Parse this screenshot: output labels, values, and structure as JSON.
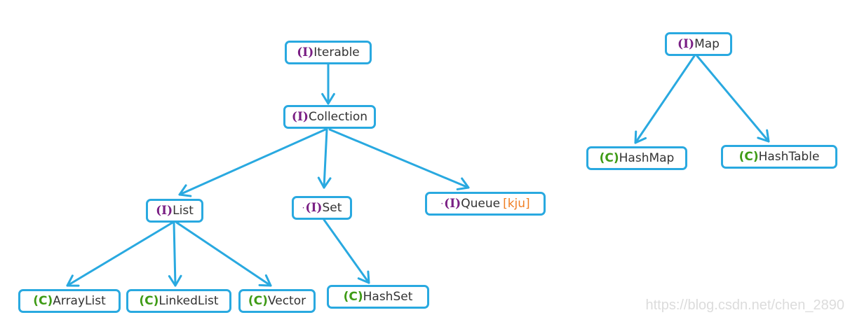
{
  "colors": {
    "edge": "#29a9e0",
    "border": "#29a9e0",
    "interface_prefix": "#7a1f84",
    "class_prefix": "#3f9b16",
    "pronunciation": "#f07f24"
  },
  "nodes": {
    "iterable": {
      "prefix": "(I)",
      "label": "Iterable"
    },
    "collection": {
      "prefix": "(I)",
      "label": "Collection"
    },
    "list": {
      "prefix": "(I)",
      "label": "List"
    },
    "set": {
      "prefix": "(I)",
      "label": "Set",
      "dot": "·"
    },
    "queue": {
      "prefix": "(I)",
      "label": "Queue",
      "dot": "·",
      "extra": "[kju]"
    },
    "arraylist": {
      "prefix": "(C)",
      "label": "ArrayList"
    },
    "linkedlist": {
      "prefix": "(C)",
      "label": "LinkedList"
    },
    "vector": {
      "prefix": "(C)",
      "label": "Vector"
    },
    "hashset": {
      "prefix": "(C)",
      "label": "HashSet"
    },
    "map": {
      "prefix": "(I)",
      "label": "Map"
    },
    "hashmap": {
      "prefix": "(C)",
      "label": "HashMap"
    },
    "hashtable": {
      "prefix": "(C)",
      "label": "HashTable"
    }
  },
  "edges": [
    [
      "iterable",
      "collection"
    ],
    [
      "collection",
      "list"
    ],
    [
      "collection",
      "set"
    ],
    [
      "collection",
      "queue"
    ],
    [
      "list",
      "arraylist"
    ],
    [
      "list",
      "linkedlist"
    ],
    [
      "list",
      "vector"
    ],
    [
      "set",
      "hashset"
    ],
    [
      "map",
      "hashmap"
    ],
    [
      "map",
      "hashtable"
    ]
  ],
  "watermark": "https://blog.csdn.net/chen_2890"
}
